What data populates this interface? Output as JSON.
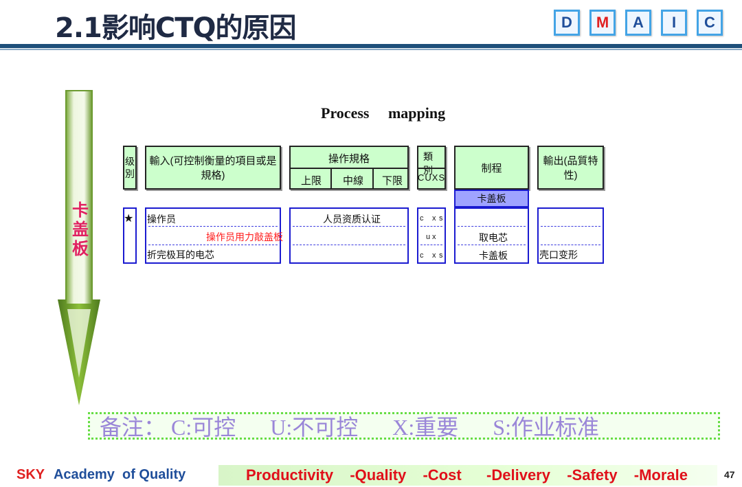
{
  "slide": {
    "title": "2.1影响CTQ的原因",
    "page_number": "47"
  },
  "dmaic": [
    "D",
    "M",
    "A",
    "I",
    "C"
  ],
  "dmaic_active_index": 1,
  "arrow": {
    "label": [
      "卡",
      "盖",
      "板"
    ]
  },
  "process_map": {
    "title": "Process mapping",
    "header": {
      "level": "级別",
      "input": "輸入(可控制衡量的項目或是規格)",
      "op_spec": "操作規格",
      "upper": "上限",
      "center": "中線",
      "lower": "下限",
      "category": "類別",
      "cats": [
        "C",
        "U",
        "X",
        "S"
      ],
      "process": "制程",
      "output": "輸出(品質特性)"
    },
    "process_name": "卡盖板",
    "rows": [
      {
        "level": "★",
        "input": "操作员",
        "input_color": "normal",
        "spec": "人员资质认证",
        "cat": [
          "c",
          "",
          "x",
          "s"
        ],
        "process": "",
        "output": ""
      },
      {
        "level": "",
        "input": "操作员用力敲盖板",
        "input_color": "red",
        "spec": "",
        "cat": [
          "",
          "u",
          "x",
          ""
        ],
        "process": "取电芯",
        "output": ""
      },
      {
        "level": "",
        "input": "折完极耳的电芯",
        "input_color": "normal",
        "spec": "",
        "cat": [
          "c",
          "",
          "x",
          "s"
        ],
        "process": "卡盖板",
        "output": "壳口变形"
      }
    ]
  },
  "note": {
    "items": [
      "备注：  C:可控",
      "U:不可控",
      "X:重要",
      "S:作业标准"
    ]
  },
  "footer": {
    "sky": "SKY",
    "academy": "Academy  of Quality",
    "slogan": "Productivity  -Quality  -Cost   -Delivery  -Safety  -Morale"
  },
  "colors": {
    "title": "#1f2a44",
    "accent_blue": "#1e4f7a",
    "header_green": "#ccffcc",
    "table_blue": "#1a1ad0",
    "note_text": "#9a86d8",
    "slogan_red": "#e0101a"
  }
}
